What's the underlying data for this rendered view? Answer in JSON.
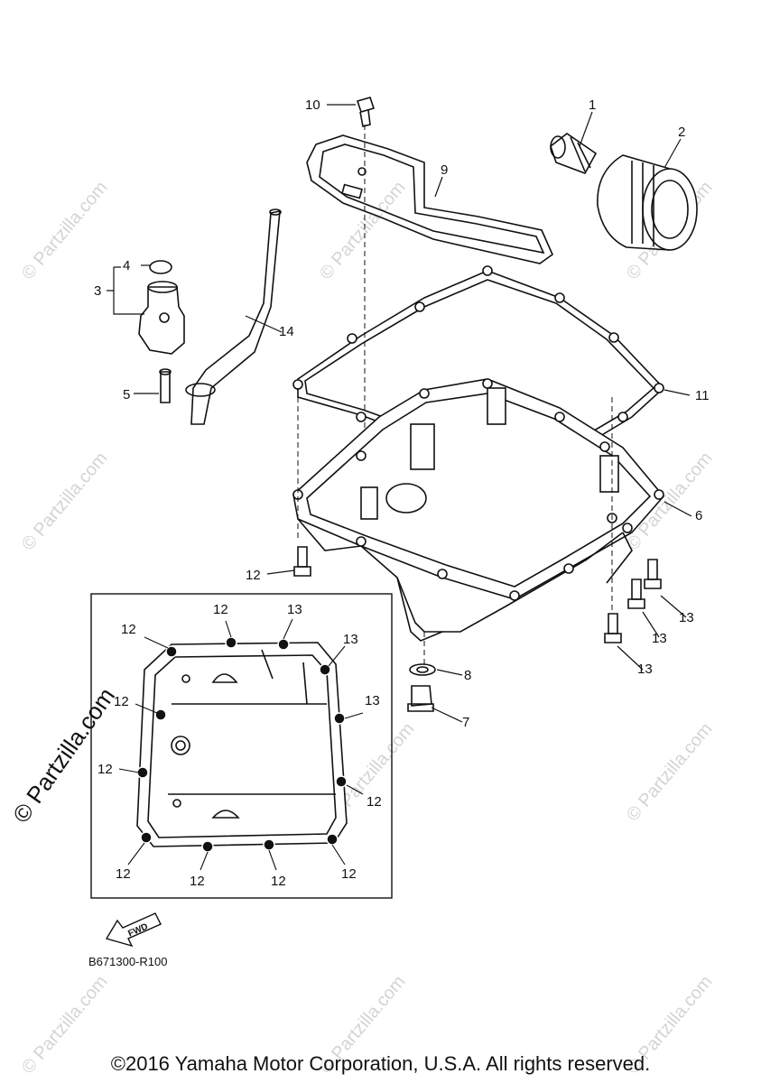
{
  "watermark": "© Partzilla.com",
  "side_watermark": "© Partzilla.com",
  "diagram_code": "B671300-R100",
  "fwd_label": "FWD",
  "copyright": "©2016 Yamaha Motor Corporation, U.S.A. All rights reserved.",
  "callouts": {
    "c1": "1",
    "c2": "2",
    "c3": "3",
    "c4": "4",
    "c5": "5",
    "c6": "6",
    "c7": "7",
    "c8": "8",
    "c9": "9",
    "c10": "10",
    "c11": "11",
    "c12": "12",
    "c13": "13",
    "c14": "14"
  }
}
